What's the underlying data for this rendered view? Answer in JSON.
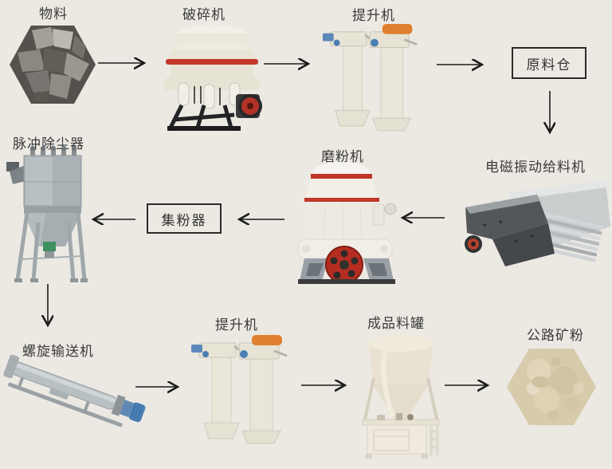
{
  "diagram": {
    "kind": "process-flow",
    "background": "#ece9e3",
    "nodes": [
      {
        "id": "material",
        "label": "物料",
        "type": "image-hexagon"
      },
      {
        "id": "crusher",
        "label": "破碎机",
        "type": "image"
      },
      {
        "id": "bucket-elevator-1",
        "label": "提升机",
        "type": "image"
      },
      {
        "id": "raw-material-silo",
        "label": "原料仓",
        "type": "text-box"
      },
      {
        "id": "vibrating-feeder",
        "label": "电磁振动给料机",
        "type": "image"
      },
      {
        "id": "grinding-mill",
        "label": "磨粉机",
        "type": "image"
      },
      {
        "id": "powder-collector",
        "label": "集粉器",
        "type": "text-box"
      },
      {
        "id": "pulse-dust-collector",
        "label": "脉冲除尘器",
        "type": "image"
      },
      {
        "id": "screw-conveyor",
        "label": "螺旋输送机",
        "type": "image"
      },
      {
        "id": "bucket-elevator-2",
        "label": "提升机",
        "type": "image"
      },
      {
        "id": "finished-product-tank",
        "label": "成品料罐",
        "type": "image"
      },
      {
        "id": "road-mineral-powder",
        "label": "公路矿粉",
        "type": "image-hexagon"
      }
    ],
    "edges": [
      {
        "from": "物料",
        "to": "破碎机",
        "direction": "right"
      },
      {
        "from": "破碎机",
        "to": "提升机",
        "direction": "right"
      },
      {
        "from": "提升机",
        "to": "原料仓",
        "direction": "right"
      },
      {
        "from": "原料仓",
        "to": "电磁振动给料机",
        "direction": "down"
      },
      {
        "from": "电磁振动给料机",
        "to": "磨粉机",
        "direction": "left"
      },
      {
        "from": "磨粉机",
        "to": "集粉器",
        "direction": "left"
      },
      {
        "from": "集粉器",
        "to": "脉冲除尘器",
        "direction": "left"
      },
      {
        "from": "脉冲除尘器",
        "to": "螺旋输送机",
        "direction": "down"
      },
      {
        "from": "螺旋输送机",
        "to": "提升机",
        "direction": "right"
      },
      {
        "from": "提升机",
        "to": "成品料罐",
        "direction": "right"
      },
      {
        "from": "成品料罐",
        "to": "公路矿粉",
        "direction": "right"
      }
    ],
    "colors": {
      "background": "#ece9e3",
      "label_text": "#3b3b3b",
      "arrow": "#1c1c1c",
      "box_border": "#2b2b2b",
      "machine_cream": "#ebe7da",
      "machine_red": "#c1362a",
      "machine_dark_gray": "#54575a",
      "machine_steel": "#aab2b6",
      "motor_blue": "#4a7fb5",
      "cover_orange": "#e0802f",
      "rock_gray": "#8b8881",
      "powder_tan": "#d8cbac"
    }
  }
}
